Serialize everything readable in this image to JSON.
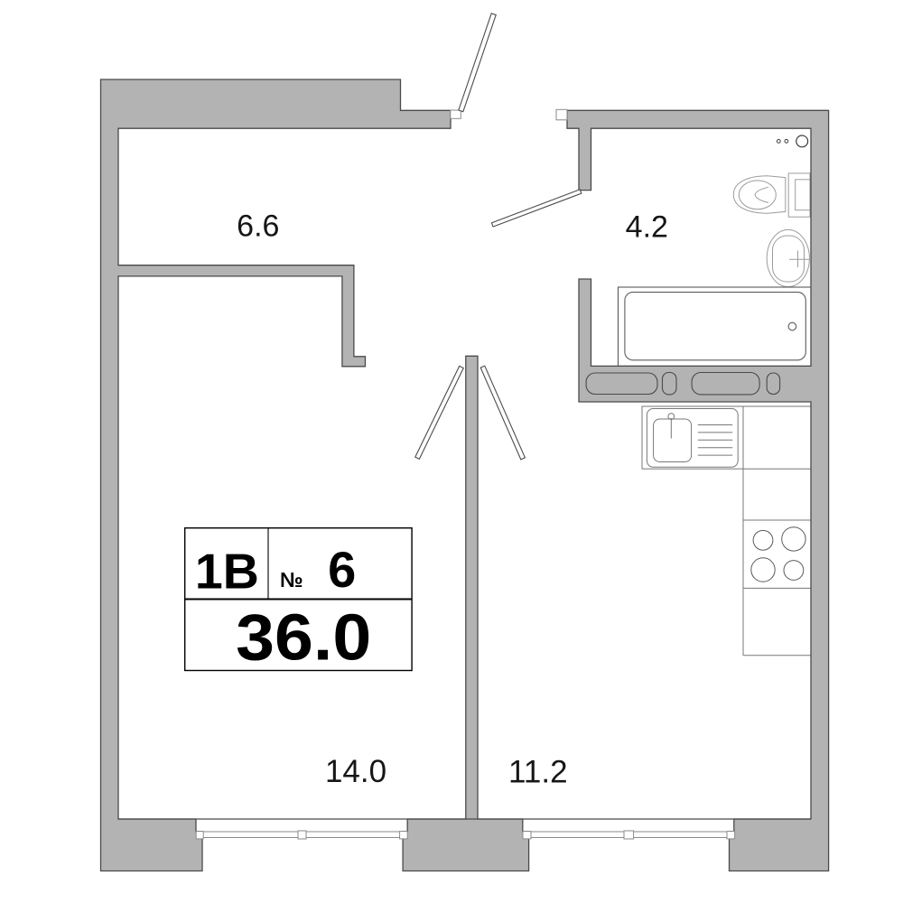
{
  "title": "Apartment floor plan 1В №6",
  "colors": {
    "wall_fill": "#b3b3b3",
    "wall_outline": "#4a4a4a",
    "fixture_line": "#9c9c9c",
    "text": "#161616"
  },
  "rooms": {
    "hallway": {
      "area": "6.6"
    },
    "bathroom": {
      "area": "4.2"
    },
    "living": {
      "area": "14.0"
    },
    "kitchen": {
      "area": "11.2"
    }
  },
  "info_box": {
    "type": "1В",
    "number_sign": "№",
    "number": "6",
    "total_area": "36.0"
  }
}
